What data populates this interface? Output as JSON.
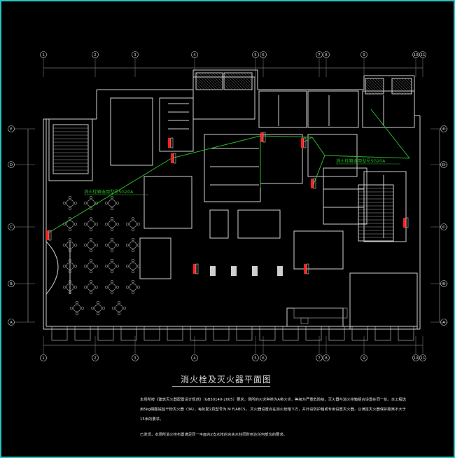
{
  "drawing": {
    "title": "消火栓及灭火器平面图",
    "notes": [
      "本场所按《建筑灭火器配置设计规范》（GB50140-2005）要求，场所的火灾种类为A类火灾，等级为严重危险级，灭火器与消火栓箱组合设置在同一处。本工程选",
      "用5kg磷酸铵盐干粉灭火器（3A），每处配2具型号为 M F/ABC5。 灭火器设置点在消火栓箱下方，并外设防护箱或专用设置灭火器，以满足灭火器保护距离不大于",
      "15米的要求。",
      "",
      "已发现，本场所消火栓布置满足同一平面内2支水枪的充实水柱同时到达任何部位的要求。"
    ],
    "callouts": [
      "消火栓箱选用型号SG20A",
      "消火栓箱选用型号SG20A"
    ],
    "axis_top": [
      "1",
      "2",
      "3",
      "4",
      "5",
      "6",
      "7",
      "8",
      "9",
      "10",
      "11"
    ],
    "axis_bottom": [
      "1",
      "2",
      "3",
      "4",
      "5",
      "6",
      "7",
      "8",
      "9",
      "10",
      "11"
    ],
    "axis_left": [
      "E",
      "D",
      "C",
      "B",
      "A"
    ],
    "axis_right": [
      "E",
      "D",
      "C",
      "B",
      "A"
    ],
    "colors": {
      "frame": "#27c2c4",
      "wall": "#d8d8d8",
      "grid_bubble": "#d8d8d8",
      "pipe": "#2db82d",
      "hydrant": "#ff2020",
      "text": "#e8e8e8"
    }
  }
}
